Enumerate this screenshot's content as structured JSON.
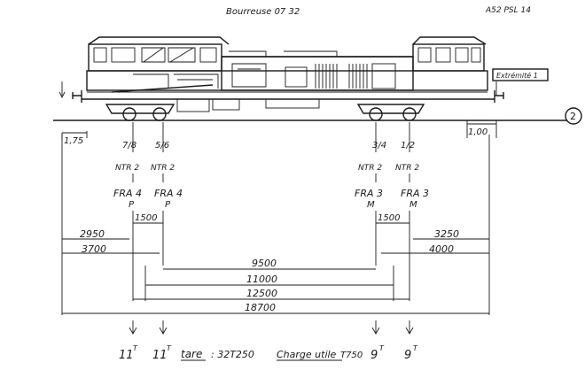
{
  "header": {
    "title": "Bourreuse 07 32",
    "reference": "A52  PSL  14"
  },
  "end_label": "Extrémité 1",
  "end_marker": "2",
  "overhangs": {
    "left": "1,75",
    "right": "1,00"
  },
  "axles": [
    {
      "position": "7/8",
      "type": "NTR 2",
      "brake": "FRA 4",
      "mode": "P"
    },
    {
      "position": "5/6",
      "type": "NTR 2",
      "brake": "FRA 4",
      "mode": "P"
    },
    {
      "position": "3/4",
      "type": "NTR 2",
      "brake": "FRA 3",
      "mode": "M"
    },
    {
      "position": "1/2",
      "type": "NTR 2",
      "brake": "FRA 3",
      "mode": "M"
    }
  ],
  "bogie_spacing": {
    "left": "1500",
    "right": "1500"
  },
  "dimensions": {
    "d2950": "2950",
    "d3700": "3700",
    "d3250": "3250",
    "d4000": "4000",
    "d9500": "9500",
    "d11000": "11000",
    "d12500": "12500",
    "d18700": "18700"
  },
  "loads": {
    "axle1": "11",
    "axle2": "11",
    "axle3": "9",
    "axle4": "9",
    "unit": "T",
    "tare_label": "tare",
    "tare_value": ": 32T250",
    "charge_label": "Charge utile",
    "charge_value": "T750"
  }
}
